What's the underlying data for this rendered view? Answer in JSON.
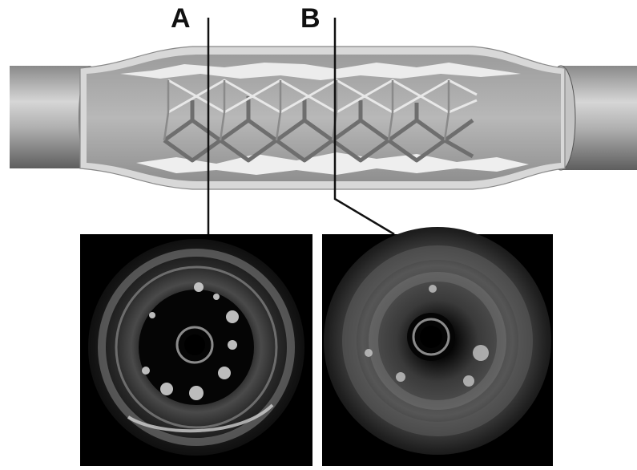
{
  "labels": {
    "a": "A",
    "b": "B"
  },
  "colors": {
    "background": "#ffffff",
    "vessel_outer": "#d9d9d9",
    "vessel_lumen": "#a9a9a9",
    "stent_strut": "#707070",
    "stent_highlight": "#e6e6e6",
    "plaque": "#eeeeee",
    "pointer_line": "#111111",
    "ivus_background": "#000000"
  },
  "icons": {
    "left_catheter": "grey-cylinder",
    "right_catheter": "grey-cylinder",
    "stent": "mesh-stent",
    "ivus_a": "ultrasound-cross-section",
    "ivus_b": "ultrasound-cross-section"
  }
}
